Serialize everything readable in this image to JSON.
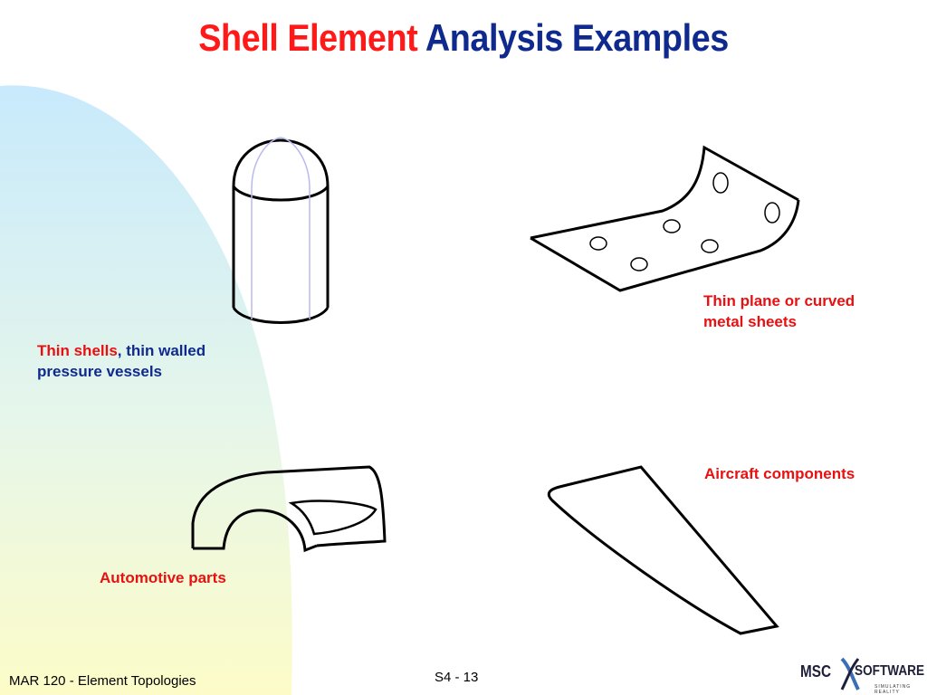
{
  "slide": {
    "title_part1": "Shell Element",
    "title_part2": "Analysis Examples",
    "colors": {
      "title_red": "#ff1a1a",
      "title_blue": "#0f2a8c",
      "caption_red": "#e81010",
      "background_gradient_top": "#c8eafc",
      "background_gradient_bottom": "#fdfcc8"
    }
  },
  "captions": {
    "metal_sheets_line1": "Thin plane or curved",
    "metal_sheets_line2": "metal sheets",
    "vessel_red": "Thin shells",
    "vessel_sep": ",",
    "vessel_blue_line1": " thin walled",
    "vessel_blue_line2": "pressure vessels",
    "aircraft": "Aircraft components",
    "automotive": "Automotive parts"
  },
  "footer": {
    "course": "MAR 120 - Element Topologies",
    "page": "S4 - 13"
  },
  "logo": {
    "msc": "MSC",
    "software": "SOFTWARE",
    "tagline": "SIMULATING REALITY",
    "icon": "msc-x-logo-icon"
  }
}
